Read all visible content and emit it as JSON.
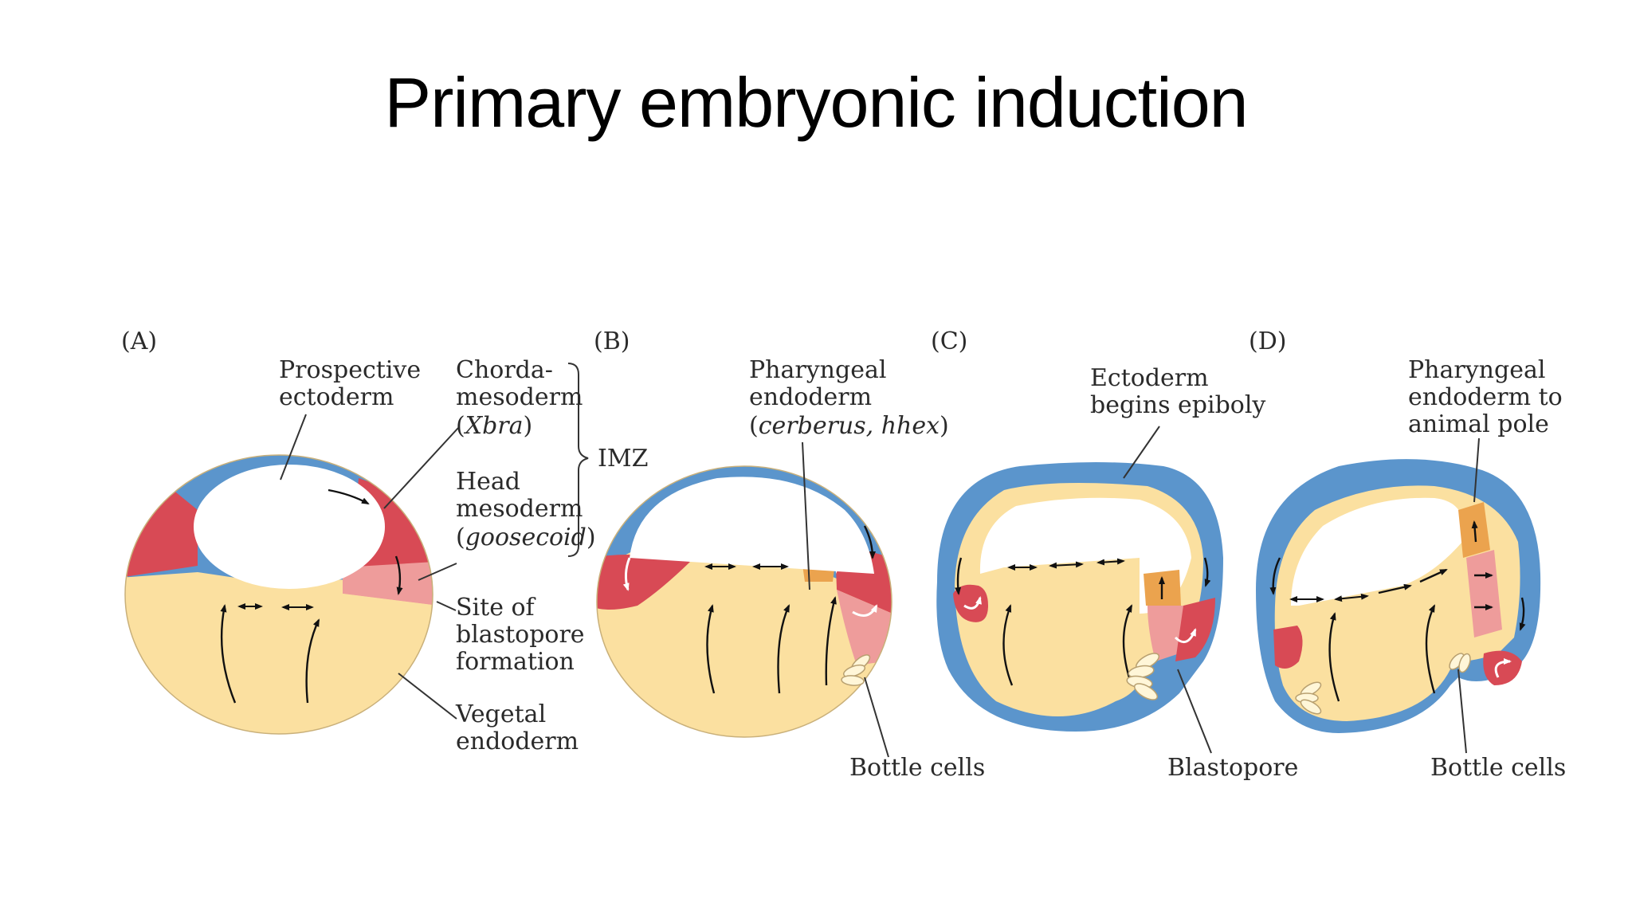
{
  "title": "Primary embryonic induction",
  "colors": {
    "ectoderm": "#5b95cc",
    "chordamesoderm": "#d84a55",
    "head_mesoderm": "#ee9c9b",
    "pharyngeal_endoderm": "#eba34e",
    "vegetal_endoderm": "#fbe0a0",
    "blastocoel": "#ffffff"
  },
  "panels": {
    "a": {
      "id": "(A)",
      "prospective_ectoderm": [
        "Prospective",
        "ectoderm"
      ],
      "chordamesoderm": [
        "Chorda-",
        "mesoderm"
      ],
      "xbra": "Xbra",
      "head_mesoderm": [
        "Head",
        "mesoderm"
      ],
      "goosecoid": "goosecoid",
      "imz": "IMZ",
      "blastopore_site": [
        "Site of",
        "blastopore",
        "formation"
      ],
      "vegetal_endoderm": [
        "Vegetal",
        "endoderm"
      ]
    },
    "b": {
      "id": "(B)",
      "pharyngeal_endoderm": [
        "Pharyngeal",
        "endoderm"
      ],
      "genes": "cerberus, hhex",
      "bottle_cells": "Bottle cells"
    },
    "c": {
      "id": "(C)",
      "ectoderm_epiboly": [
        "Ectoderm",
        "begins epiboly"
      ],
      "blastopore": "Blastopore"
    },
    "d": {
      "id": "(D)",
      "pharyngeal_to_pole": [
        "Pharyngeal",
        "endoderm to",
        "animal pole"
      ],
      "bottle_cells": "Bottle cells"
    }
  }
}
